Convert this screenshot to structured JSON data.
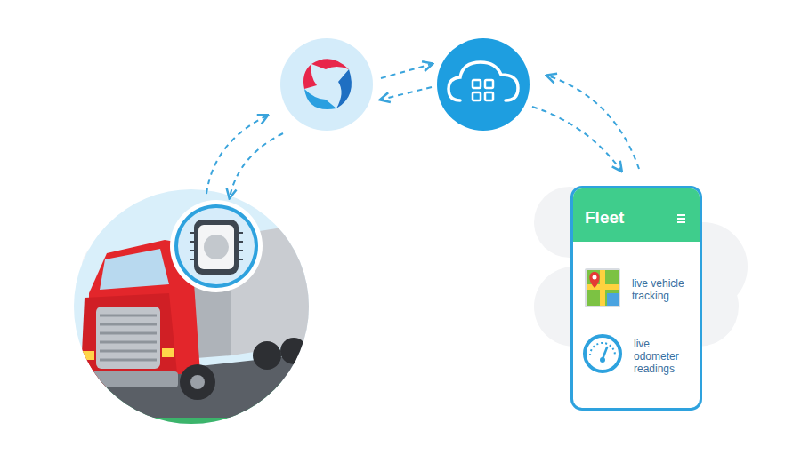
{
  "diagram": {
    "nodes": [
      {
        "text": [
          "Fleet",
          "live vehicle tracking",
          "live odometer readings"
        ]
      }
    ]
  }
}
